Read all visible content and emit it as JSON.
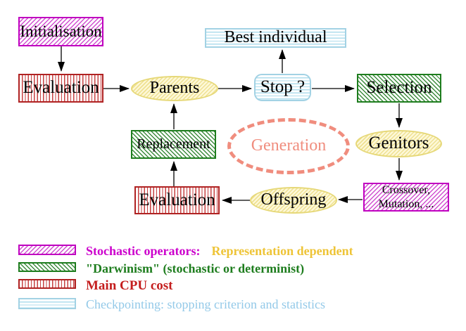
{
  "diagram": {
    "nodes": {
      "initialisation": "Initialisation",
      "evaluation_top": "Evaluation",
      "parents": "Parents",
      "best_individual": "Best individual",
      "stop": "Stop ?",
      "selection": "Selection",
      "replacement": "Replacement",
      "generation": "Generation",
      "genitors": "Genitors",
      "offspring": "Offspring",
      "evaluation_bottom": "Evaluation",
      "crossover_line1": "Crossover,",
      "crossover_line2": "Mutation, ..."
    },
    "colors": {
      "stochastic_magenta": "#cc00cc",
      "darwinism_green": "#1e7d1e",
      "cpu_red": "#c41e1e",
      "checkpoint_blue": "#93c9e8",
      "operator_yellow": "#e6d878",
      "generation_salmon": "#f08d7e"
    }
  },
  "legend": {
    "items": [
      {
        "label": "Stochastic operators:",
        "suffix": "Representation dependent"
      },
      {
        "label": "\"Darwinism\" (stochastic or determinist)"
      },
      {
        "label": "Main CPU cost"
      },
      {
        "label": "Checkpointing: stopping criterion and statistics"
      }
    ]
  }
}
